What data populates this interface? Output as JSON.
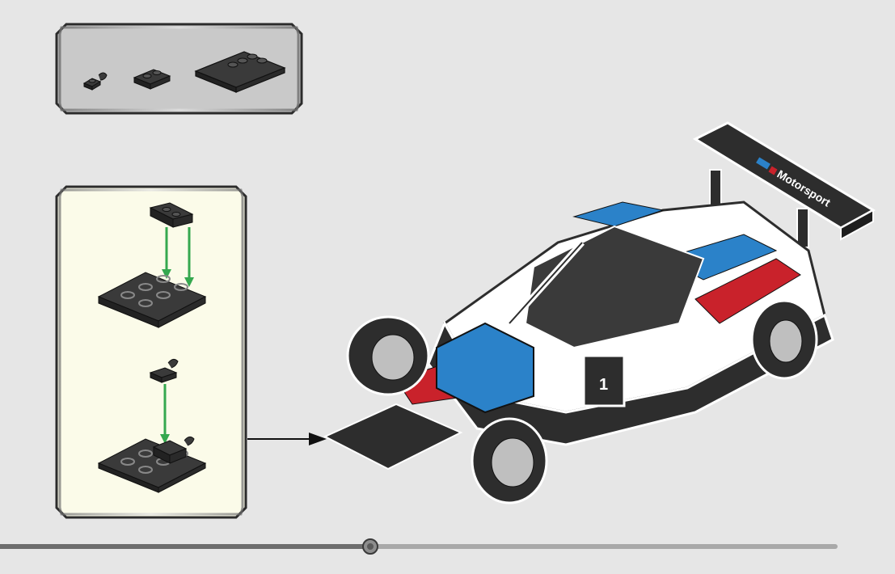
{
  "parts_list": {
    "items": [
      {
        "name": "plate-1x1-clip-icon",
        "color": "#2f2f2f"
      },
      {
        "name": "plate-1x2-icon",
        "color": "#2f2f2f"
      },
      {
        "name": "plate-3x3-studs-icon",
        "color": "#2f2f2f"
      }
    ],
    "background": "#c9c9c9"
  },
  "substep": {
    "background": "#fbfbe9",
    "arrow_color": "#35a84f"
  },
  "model": {
    "wing_logo": "Motorsport",
    "race_number": "1",
    "accent_colors": {
      "blue": "#2b82c9",
      "red": "#c9222b",
      "white": "#ffffff",
      "black": "#2d2d2d"
    }
  },
  "progress": {
    "fraction": 0.443
  }
}
